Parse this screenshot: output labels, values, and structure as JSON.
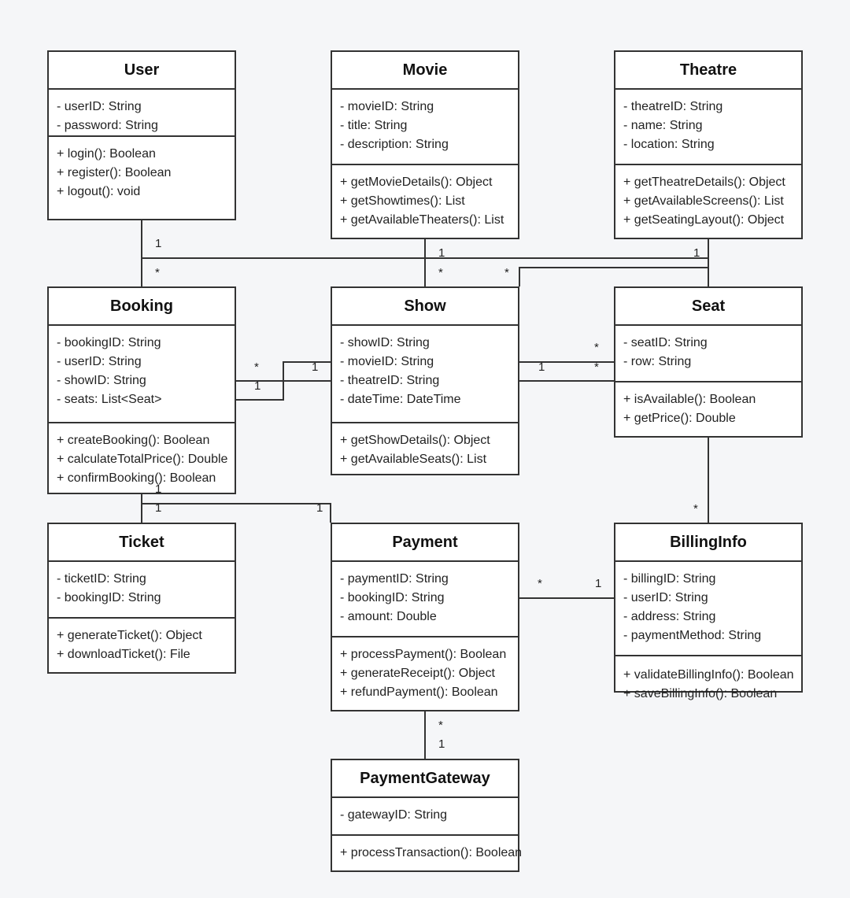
{
  "classes": {
    "user": {
      "name": "User",
      "attributes": [
        "- userID: String",
        "- password: String"
      ],
      "methods": [
        "+ login(): Boolean",
        "+ register(): Boolean",
        "+ logout(): void"
      ]
    },
    "movie": {
      "name": "Movie",
      "attributes": [
        "- movieID: String",
        "- title: String",
        "- description: String"
      ],
      "methods": [
        "+ getMovieDetails(): Object",
        "+ getShowtimes(): List",
        "+ getAvailableTheaters(): List"
      ]
    },
    "theatre": {
      "name": "Theatre",
      "attributes": [
        "- theatreID: String",
        "- name: String",
        "- location: String"
      ],
      "methods": [
        "+ getTheatreDetails(): Object",
        "+ getAvailableScreens(): List",
        "+ getSeatingLayout(): Object"
      ]
    },
    "booking": {
      "name": "Booking",
      "attributes": [
        "- bookingID: String",
        "- userID: String",
        "- showID: String",
        "- seats: List<Seat>"
      ],
      "methods": [
        "+ createBooking(): Boolean",
        "+ calculateTotalPrice(): Double",
        "+ confirmBooking(): Boolean"
      ]
    },
    "show": {
      "name": "Show",
      "attributes": [
        "- showID: String",
        "- movieID: String",
        "- theatreID: String",
        "- dateTime: DateTime"
      ],
      "methods": [
        "+ getShowDetails(): Object",
        "+ getAvailableSeats(): List"
      ]
    },
    "seat": {
      "name": "Seat",
      "attributes": [
        "- seatID: String",
        "- row: String"
      ],
      "methods": [
        "+ isAvailable(): Boolean",
        "+ getPrice(): Double"
      ]
    },
    "ticket": {
      "name": "Ticket",
      "attributes": [
        "- ticketID: String",
        "- bookingID: String"
      ],
      "methods": [
        "+ generateTicket(): Object",
        "+ downloadTicket(): File"
      ]
    },
    "payment": {
      "name": "Payment",
      "attributes": [
        "- paymentID: String",
        "- bookingID: String",
        "- amount: Double"
      ],
      "methods": [
        "+ processPayment(): Boolean",
        "+ generateReceipt(): Object",
        "+ refundPayment(): Boolean"
      ]
    },
    "billinginfo": {
      "name": "BillingInfo",
      "attributes": [
        "- billingID: String",
        "- userID: String",
        "- address: String",
        "- paymentMethod: String"
      ],
      "methods": [
        "+ validateBillingInfo(): Boolean",
        "+ saveBillingInfo(): Boolean"
      ]
    },
    "paymentgateway": {
      "name": "PaymentGateway",
      "attributes": [
        "- gatewayID: String"
      ],
      "methods": [
        "+ processTransaction(): Boolean"
      ]
    }
  },
  "multiplicities": {
    "user_booking_user": "1",
    "user_booking_booking": "*",
    "movie_show_movie": "1",
    "movie_show_show": "*",
    "theatre_show_theatre": "1",
    "theatre_show_show": "*",
    "booking_show_booking": "*",
    "booking_show_show": "1",
    "booking_seat_booking": "1",
    "booking_seat_seat": "*",
    "show_seat_show": "1",
    "show_seat_seat": "*",
    "booking_ticket_booking": "1",
    "booking_ticket_ticket": "1",
    "booking_payment_payment": "1",
    "theatre_billing_billing": "*",
    "payment_billing_payment": "*",
    "payment_billing_billing": "1",
    "payment_gateway_payment": "*",
    "payment_gateway_gateway": "1"
  }
}
